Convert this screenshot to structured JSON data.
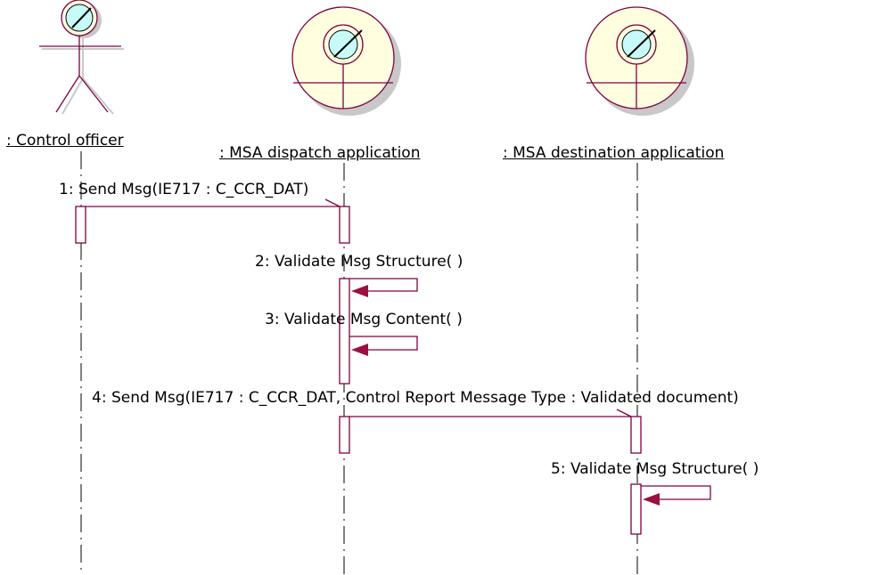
{
  "colors": {
    "line": "#800040",
    "lifeline": "#000000",
    "fill": "#ffffe0",
    "lens": "#c8fafa",
    "shadow": "#c8c8c8",
    "arrowhead": "#9a1040"
  },
  "participants": [
    {
      "label": ": Control officer",
      "shape": "actor"
    },
    {
      "label": ": MSA dispatch application",
      "shape": "control-boundary"
    },
    {
      "label": ": MSA destination application",
      "shape": "control-boundary"
    }
  ],
  "messages": [
    {
      "label": "1: Send Msg(IE717 : C_CCR_DAT)",
      "from": 0,
      "to": 1
    },
    {
      "label": "2: Validate Msg Structure( )",
      "from": 1,
      "to": 1
    },
    {
      "label": "3: Validate Msg Content( )",
      "from": 1,
      "to": 1
    },
    {
      "label": "4: Send Msg(IE717 : C_CCR_DAT, Control Report Message Type : Validated document)",
      "from": 1,
      "to": 2
    },
    {
      "label": "5: Validate Msg Structure( )",
      "from": 2,
      "to": 2
    }
  ]
}
